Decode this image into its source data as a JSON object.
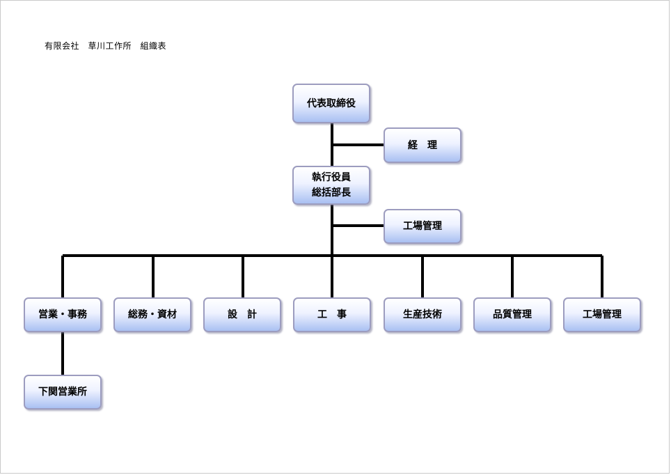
{
  "document": {
    "title": "有限会社　草川工作所　組織表"
  },
  "org_chart": {
    "president": "代表取締役",
    "accounting": "経　理",
    "executive": "執行役員\n総括部長",
    "factory_management_staff": "工場管理",
    "departments": [
      "営業・事務",
      "総務・資材",
      "設　計",
      "工　事",
      "生産技術",
      "品質管理",
      "工場管理"
    ],
    "branch": "下関営業所"
  },
  "colors": {
    "node_border": "#9c9cbf",
    "node_gradient_top": "#ffffff",
    "node_gradient_bottom": "#a9c0f2",
    "connector": "#000000"
  }
}
